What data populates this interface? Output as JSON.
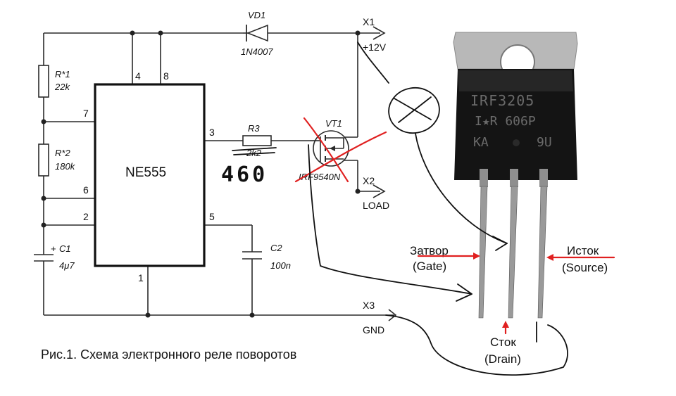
{
  "ic": {
    "name": "NE555",
    "pins": {
      "p1": "1",
      "p2": "2",
      "p3": "3",
      "p4": "4",
      "p5": "5",
      "p6": "6",
      "p7": "7",
      "p8": "8"
    }
  },
  "components": {
    "vd1": {
      "ref": "VD1",
      "value": "1N4007"
    },
    "r1": {
      "ref": "R*1",
      "value": "22k"
    },
    "r2": {
      "ref": "R*2",
      "value": "180k"
    },
    "r3": {
      "ref": "R3",
      "value": "2k2"
    },
    "c1": {
      "ref": "C1",
      "value": "4μ7",
      "polarity": "+"
    },
    "c2": {
      "ref": "C2",
      "value": "100n"
    },
    "vt1": {
      "ref": "VT1",
      "value": "IRF9540N"
    }
  },
  "connectors": {
    "x1": {
      "ref": "X1",
      "label": "+12V"
    },
    "x2": {
      "ref": "X2",
      "label": "LOAD"
    },
    "x3": {
      "ref": "X3",
      "label": "GND"
    }
  },
  "handwritten_note": "460",
  "caption": "Рис.1. Схема электронного реле поворотов",
  "transistor_photo": {
    "marking_line1": "IRF3205",
    "marking_line2": "I★R 606P",
    "marking_line3": "KA",
    "marking_line4": "9U",
    "pins": {
      "gate": {
        "ru": "Затвор",
        "en": "(Gate)"
      },
      "drain": {
        "ru": "Сток",
        "en": "(Drain)"
      },
      "source": {
        "ru": "Исток",
        "en": "(Source)"
      }
    }
  },
  "colors": {
    "annotation": "#e02020",
    "ink": "#111111",
    "transistor_body": "#141414",
    "transistor_tab": "#b8b8b8",
    "transistor_lead": "#9a9a9a"
  }
}
